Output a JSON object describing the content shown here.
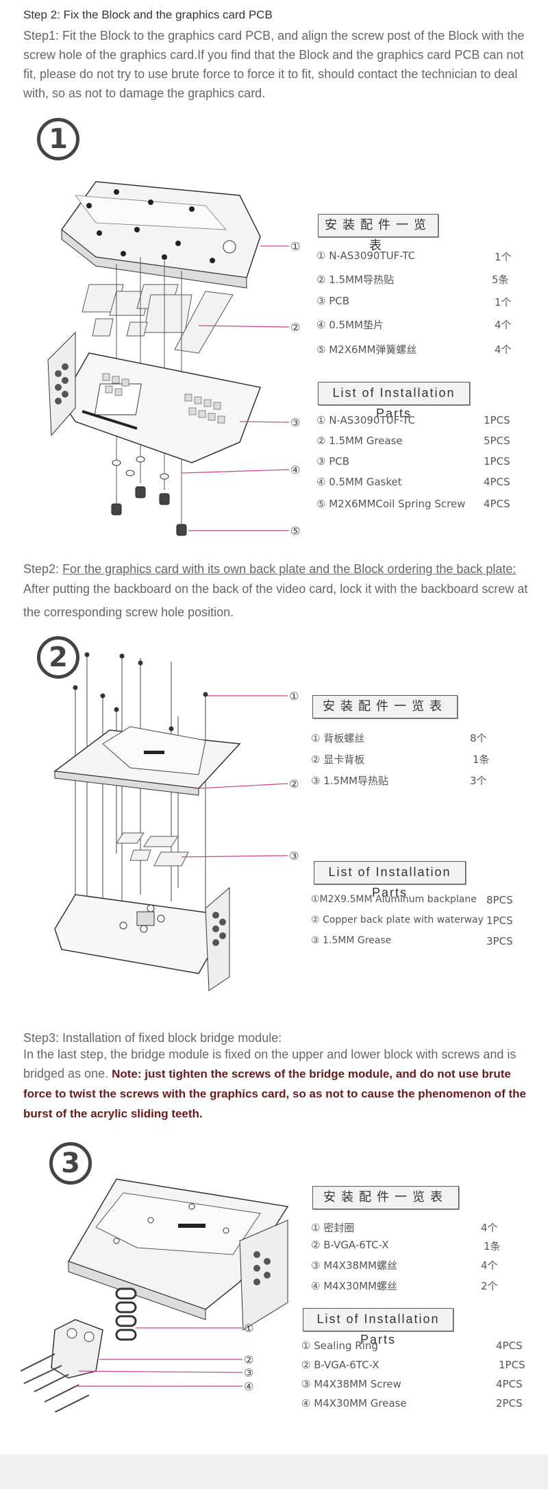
{
  "step2_title": "Step 2: Fix the Block and the graphics card PCB",
  "step1_text": "Step1: Fit the Block to the graphics card PCB, and align the screw post of the Block with the screw hole of the graphics card.If you find that the Block and the graphics card PCB can not fit, please do not try to use brute force to force it to fit, should contact the technician to deal with, so as not to damage the graphics card.",
  "section1": {
    "badge": "1",
    "callouts": [
      "①",
      "②",
      "③",
      "④",
      "⑤"
    ],
    "cn_title": "安装配件一览表",
    "cn_parts": [
      {
        "name": "① N-AS3090TUF-TC",
        "qty": "1个"
      },
      {
        "name": "② 1.5MM导热贴",
        "qty": "5条"
      },
      {
        "name": "③ PCB",
        "qty": "1个"
      },
      {
        "name": "④ 0.5MM垫片",
        "qty": "4个"
      },
      {
        "name": "⑤ M2X6MM弹簧螺丝",
        "qty": "4个"
      }
    ],
    "en_title": "List of Installation Parts",
    "en_parts": [
      {
        "name": "① N-AS3090TUF-TC",
        "qty": "1PCS"
      },
      {
        "name": "② 1.5MM Grease",
        "qty": "5PCS"
      },
      {
        "name": "③ PCB",
        "qty": "1PCS"
      },
      {
        "name": "④ 0.5MM Gasket",
        "qty": "4PCS"
      },
      {
        "name": "⑤ M2X6MMCoil Spring Screw",
        "qty": "4PCS"
      }
    ]
  },
  "step2b_label": "Step2:",
  "step2b_underlined": "For the graphics card with its own back plate and the Block ordering the back plate:",
  "step2b_text": "After putting the backboard on the back of the video card, lock it with the backboard screw at the corresponding screw hole position.",
  "section2": {
    "badge": "2",
    "callouts": [
      "①",
      "②",
      "③"
    ],
    "cn_title": "安装配件一览表",
    "cn_parts": [
      {
        "name": "① 背板螺丝",
        "qty": "8个"
      },
      {
        "name": "② 显卡背板",
        "qty": "1条"
      },
      {
        "name": "③ 1.5MM导热贴",
        "qty": "3个"
      }
    ],
    "en_title": "List of Installation Parts",
    "en_parts": [
      {
        "name": "①M2X9.5MM Aluminum backplane",
        "qty": "8PCS"
      },
      {
        "name": "② Copper back plate with waterway",
        "qty": "1PCS"
      },
      {
        "name": "③ 1.5MM Grease",
        "qty": "3PCS"
      }
    ]
  },
  "step3_title": "Step3: Installation of fixed block bridge module:",
  "step3_text": "In the last step, the bridge module is fixed on the upper and lower block with screws and is bridged as one.",
  "step3_note": "Note: just tighten the screws of the bridge module, and do not use brute force to twist the screws with the graphics card, so as not to cause the phenomenon of the burst of the acrylic sliding teeth.",
  "section3": {
    "badge": "3",
    "callouts": [
      "①",
      "②",
      "③",
      "④"
    ],
    "cn_title": "安装配件一览表",
    "cn_parts": [
      {
        "name": "① 密封圈",
        "qty": "4个"
      },
      {
        "name": "② B-VGA-6TC-X",
        "qty": "1条"
      },
      {
        "name": "③ M4X38MM螺丝",
        "qty": "4个"
      },
      {
        "name": "④ M4X30MM螺丝",
        "qty": "2个"
      }
    ],
    "en_title": "List of Installation Parts",
    "en_parts": [
      {
        "name": "① Sealing Ring",
        "qty": "4PCS"
      },
      {
        "name": "② B-VGA-6TC-X",
        "qty": "1PCS"
      },
      {
        "name": "③ M4X38MM Screw",
        "qty": "4PCS"
      },
      {
        "name": "④ M4X30MM Grease",
        "qty": "2PCS"
      }
    ]
  },
  "colors": {
    "callout_line": "#d0408a",
    "text": "#666666",
    "warn": "#6b1a1a",
    "outline": "#444444"
  }
}
